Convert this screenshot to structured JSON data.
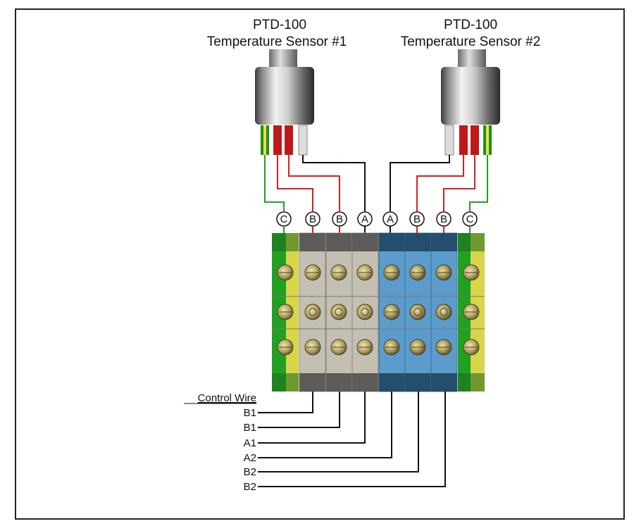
{
  "sensor1": {
    "model": "PTD-100",
    "name": "Temperature Sensor #1"
  },
  "sensor2": {
    "model": "PTD-100",
    "name": "Temperature Sensor #2"
  },
  "terminal_labels": [
    "C",
    "B",
    "B",
    "A",
    "A",
    "B",
    "B",
    "C"
  ],
  "control_wire": {
    "heading": "Control Wire",
    "labels": [
      "B1",
      "B1",
      "A1",
      "A2",
      "B2",
      "B2"
    ]
  },
  "colors": {
    "ground": "#22a022",
    "ground_yellow": "#d8d84a",
    "red": "#d42020",
    "black": "#111111",
    "white_wire": "#e6e6e6",
    "grey_block": "#bdb8ad",
    "blue_block": "#5b9ccc"
  }
}
